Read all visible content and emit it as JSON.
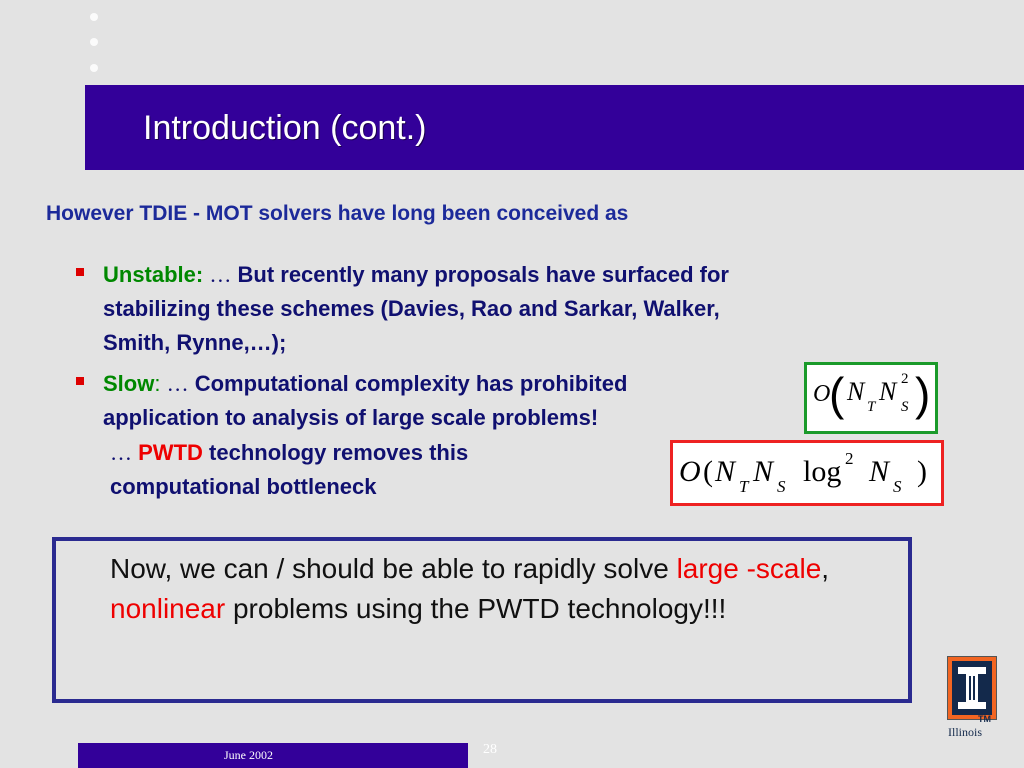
{
  "slide": {
    "title": "Introduction (cont.)",
    "subtitle": "However TDIE - MOT solvers have long been conceived as",
    "bullets": [
      {
        "label": "Unstable:",
        "ellipsis": "…",
        "line1": "But recently many proposals have surfaced for",
        "line2": "stabilizing these schemes (Davies, Rao and Sarkar, Walker,",
        "line3": "Smith, Rynne,…);"
      },
      {
        "label": "Slow",
        "colon": ":",
        "ellipsis": "…",
        "line1": "Computational complexity has prohibited",
        "line2": "application to analysis of large scale problems!"
      }
    ],
    "pwtd_note": {
      "ellipsis": "…",
      "highlight": "PWTD",
      "line1_rest": "technology removes this",
      "line2": "computational bottleneck"
    },
    "math": {
      "old_O": "O",
      "old_paren": "(",
      "old_NT": "N",
      "old_T": "T",
      "old_NS": "N",
      "old_S": "S",
      "old_exp": "2",
      "old_close": ")",
      "new_O": "O",
      "new_open": "(",
      "new_NT": "N",
      "new_T": "T",
      "new_NS": "N",
      "new_S": "S",
      "new_log": "log",
      "new_exp": "2",
      "new_NS2": "N",
      "new_S2": "S",
      "new_close": ")"
    },
    "conclusion": {
      "part1": "Now, we can / should be able to rapidly solve ",
      "large_scale": "large -scale",
      "comma": ", ",
      "nonlinear": "nonlinear",
      "part2": " problems using the PWTD technology!!!"
    },
    "footer": {
      "date": "June 2002",
      "page": "28"
    },
    "logo": {
      "tm": "TM",
      "name": "Illinois"
    }
  },
  "colors": {
    "title_bar": "#330099",
    "subtitle": "#1c2a9a",
    "body_text": "#101070",
    "green_label": "#008800",
    "red_highlight": "#ee0000",
    "box_green": "#1a9a2a",
    "box_red": "#ee2222",
    "conclusion_border": "#2a2a90"
  }
}
